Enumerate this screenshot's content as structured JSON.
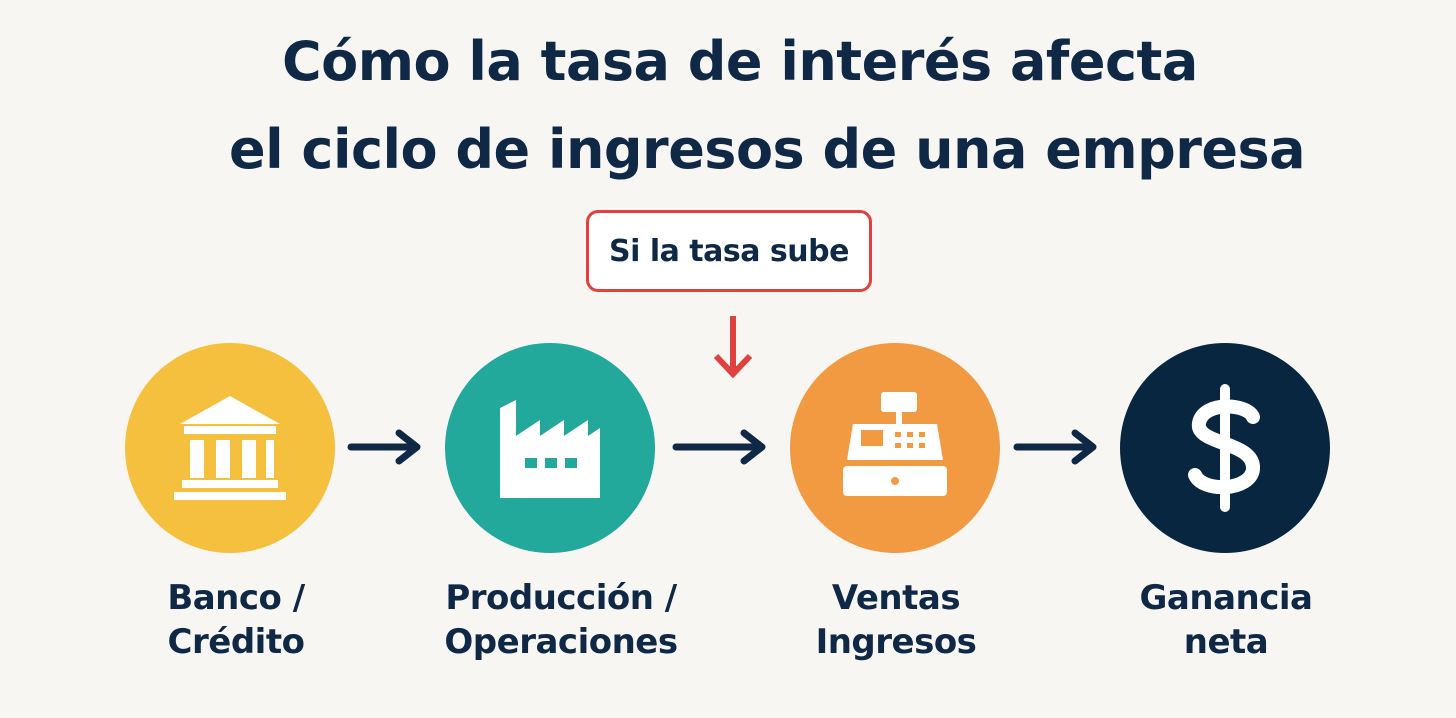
{
  "title": {
    "line1": "Cómo la tasa de interés afecta",
    "line2": "el ciclo de ingresos de una empresa"
  },
  "callout": {
    "text": "Si la tasa sube"
  },
  "steps": [
    {
      "line1": "Banco /",
      "line2": "Crédito",
      "icon": "bank-icon",
      "color": "#f4c03e"
    },
    {
      "line1": "Producción /",
      "line2": "Operaciones",
      "icon": "factory-icon",
      "color": "#23a89c"
    },
    {
      "line1": "Ventas",
      "line2": "Ingresos",
      "icon": "cash-register-icon",
      "color": "#f29a42"
    },
    {
      "line1": "Ganancia",
      "line2": "neta",
      "icon": "dollar-icon",
      "color": "#092641"
    }
  ],
  "colors": {
    "background": "#f8f6f3",
    "text": "#0e2845",
    "alert": "#e0413c"
  }
}
